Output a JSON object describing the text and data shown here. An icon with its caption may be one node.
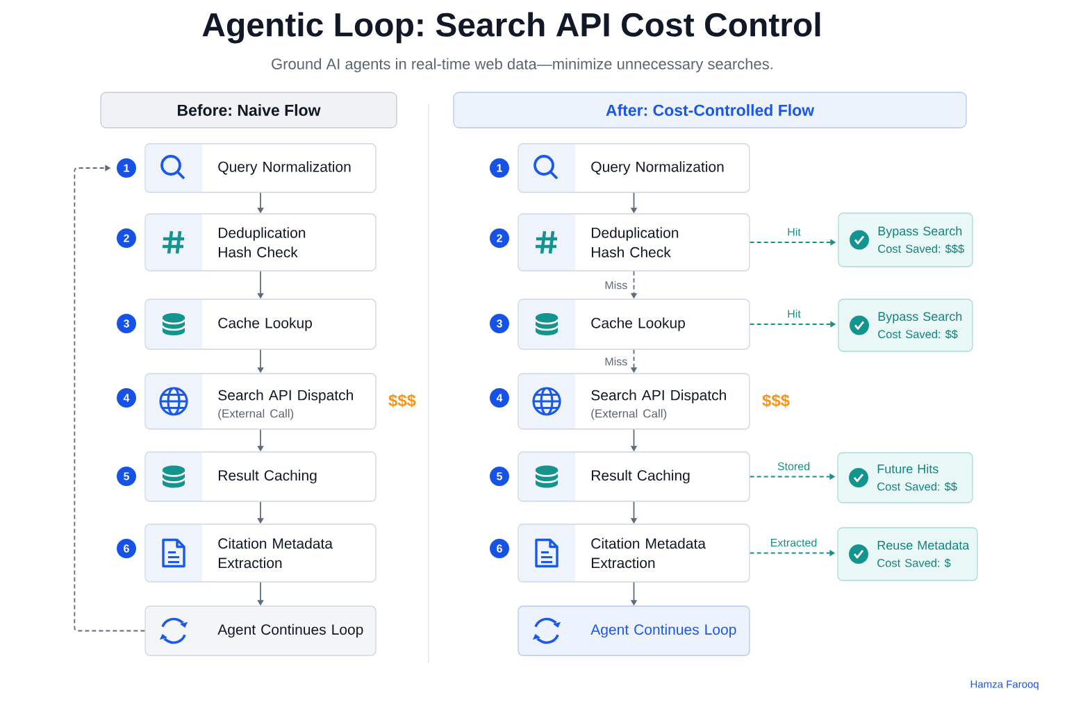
{
  "diagram": {
    "title": "Agentic Loop: Search API Cost Control",
    "nodes": [
      {
        "text": [
          "Before: Naive Flow"
        ]
      },
      {
        "text": [
          "After: Cost-Controlled Flow"
        ]
      },
      {
        "text": [
          "Query Normalization"
        ],
        "beside": [
          "1"
        ]
      },
      {
        "text": [
          "Deduplication Hash Check"
        ],
        "beside": [
          "2"
        ]
      },
      {
        "text": [
          "Cache Lookup"
        ],
        "beside": [
          "3"
        ]
      },
      {
        "text": [
          "Search API Dispatch",
          "(External Call)"
        ],
        "beside": [
          "4",
          "$$$"
        ]
      },
      {
        "text": [
          "Result Caching"
        ],
        "beside": [
          "5"
        ]
      },
      {
        "text": [
          "Citation Metadata Extraction"
        ],
        "beside": [
          "6"
        ]
      },
      {
        "text": [
          "Agent Continues Loop"
        ]
      },
      {
        "text": [
          "Query Normalization"
        ],
        "beside": [
          "1"
        ]
      },
      {
        "text": [
          "Deduplication Hash Check"
        ],
        "beside": [
          "2"
        ]
      },
      {
        "text": [
          "Cache Lookup"
        ],
        "beside": [
          "3"
        ]
      },
      {
        "text": [
          "Search API Dispatch",
          "(External Call)"
        ],
        "beside": [
          "4",
          "$$$"
        ]
      },
      {
        "text": [
          "Result Caching"
        ],
        "beside": [
          "5"
        ]
      },
      {
        "text": [
          "Citation Metadata Extraction"
        ],
        "beside": [
          "6"
        ]
      },
      {
        "text": [
          "Agent Continues Loop"
        ]
      },
      {
        "text": [
          "Bypass Search",
          "Cost Saved: $$$"
        ]
      },
      {
        "text": [
          "Bypass Search",
          "Cost Saved: $$"
        ]
      },
      {
        "text": [
          "Future Hits",
          "Cost Saved: $$"
        ]
      },
      {
        "text": [
          "Reuse Metadata",
          "Cost Saved: $"
        ]
      }
    ],
    "edges": [
      {
        "from": 2,
        "to": 3,
        "arrow": "to"
      },
      {
        "from": 3,
        "to": 4,
        "arrow": "to"
      },
      {
        "from": 4,
        "to": 5,
        "arrow": "to"
      },
      {
        "from": 5,
        "to": 6,
        "arrow": "to"
      },
      {
        "from": 6,
        "to": 7,
        "arrow": "to"
      },
      {
        "from": 7,
        "to": 8,
        "arrow": "to"
      },
      {
        "from": 8,
        "to": 2,
        "arrow": "to",
        "style": "dashed"
      },
      {
        "from": 9,
        "to": 10,
        "arrow": "to"
      },
      {
        "from": 10,
        "to": 11,
        "arrow": "to",
        "label": "Miss",
        "style": "dashed"
      },
      {
        "from": 10,
        "to": 16,
        "arrow": "to",
        "label": "Hit",
        "style": "dashed",
        "color": "#14918c"
      },
      {
        "from": 11,
        "to": 12,
        "arrow": "to",
        "label": "Miss",
        "style": "dashed"
      },
      {
        "from": 11,
        "to": 17,
        "arrow": "to",
        "label": "Hit",
        "style": "dashed",
        "color": "#14918c"
      },
      {
        "from": 12,
        "to": 13,
        "arrow": "to"
      },
      {
        "from": 13,
        "to": 14,
        "arrow": "to"
      },
      {
        "from": 13,
        "to": 18,
        "arrow": "to",
        "label": "Stored",
        "style": "dashed",
        "color": "#14918c"
      },
      {
        "from": 14,
        "to": 15,
        "arrow": "to"
      },
      {
        "from": 14,
        "to": 19,
        "arrow": "to",
        "label": "Extracted",
        "style": "dashed",
        "color": "#14918c"
      }
    ],
    "labels": [
      "Ground AI agents in real-time web data—minimize unnecessary searches.",
      "Hamza Farooq"
    ]
  }
}
